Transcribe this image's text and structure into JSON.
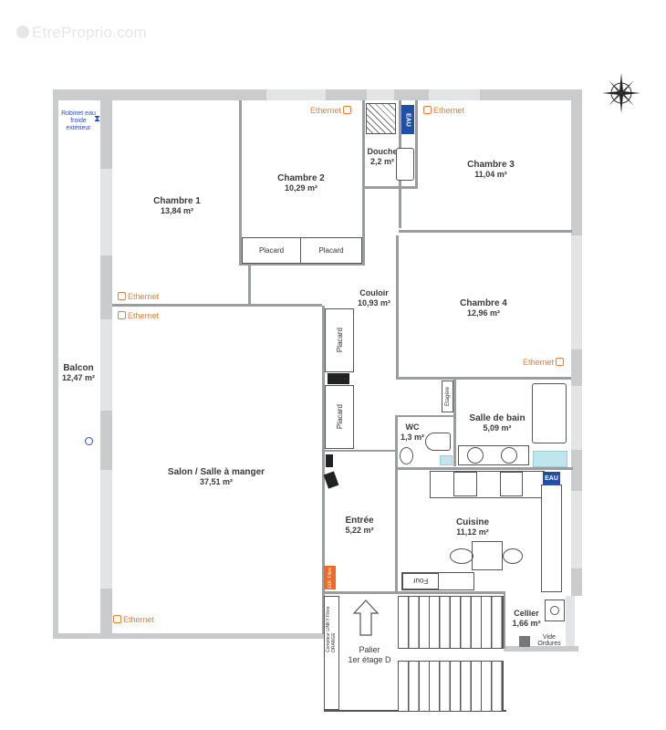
{
  "watermark": "EtreProprio.com",
  "compass": {
    "icon": "compass-rose-icon"
  },
  "rooms": {
    "chambre1": {
      "name": "Chambre 1",
      "area": "13,84 m²"
    },
    "chambre2": {
      "name": "Chambre 2",
      "area": "10,29 m²"
    },
    "douche": {
      "name": "Douche",
      "area": "2,2 m²"
    },
    "chambre3": {
      "name": "Chambre 3",
      "area": "11,04 m²"
    },
    "couloir": {
      "name": "Couloir",
      "area": "10,93 m²"
    },
    "chambre4": {
      "name": "Chambre 4",
      "area": "12,96 m²"
    },
    "balcon": {
      "name": "Balcon",
      "area": "12,47 m²"
    },
    "salon": {
      "name": "Salon / Salle à manger",
      "area": "37,51 m²"
    },
    "wc": {
      "name": "WC",
      "area": "1,3 m²"
    },
    "sdb": {
      "name": "Salle de bain",
      "area": "5,09 m²"
    },
    "entree": {
      "name": "Entrée",
      "area": "5,22 m²"
    },
    "cuisine": {
      "name": "Cuisine",
      "area": "11,12 m²"
    },
    "cellier": {
      "name": "Cellier",
      "area": "1,66 m²"
    },
    "palier": {
      "name": "Palier",
      "sub": "1er étage D"
    }
  },
  "labels": {
    "ethernet": "Ethernet",
    "placard": "Placard",
    "eau": "EAU",
    "etagere": "Étagère",
    "four": "Four",
    "robinet": "Robinet eau froide extérieur",
    "compteur": "Compteur LINKY Fibre ORANGE",
    "edf": "EDF Fibre",
    "vide_ordures": "Vide Ordures"
  },
  "colors": {
    "wall": "#c9cbcc",
    "ethernet": "#f07d3a",
    "eau": "#1f4fa8",
    "edf": "#f26a21",
    "robinet": "#2a4bd1",
    "aqua": "#bfe6ec"
  }
}
